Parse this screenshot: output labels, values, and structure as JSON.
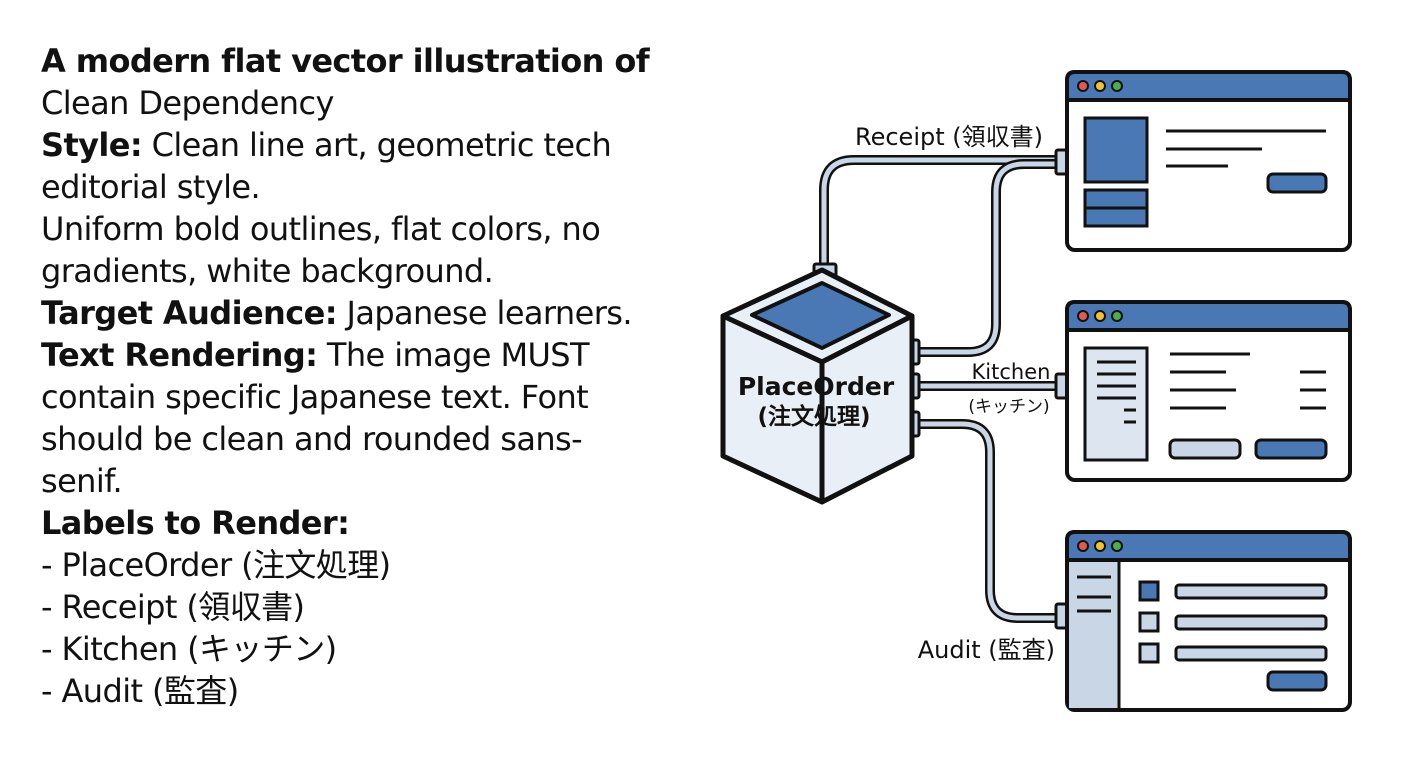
{
  "prompt": {
    "line1": "A modern flat vector illustration of",
    "line2": "Clean Dependency",
    "style_label": "Style:",
    "style_text": " Clean line art,  geometric tech",
    "style_text2": "editorial style.",
    "uniform1": "Uniform bold  outlines, flat colors, no",
    "uniform2": "gradients, white background.",
    "audience_label": "Target Audience:",
    "audience_text": " Japanese learners.",
    "render_label": "Text Rendering:",
    "render_text1": " The image MUST",
    "render_text2": "contain specific Japanese text. Font",
    "render_text3": "should be clean and rounded sans-",
    "render_text4": "senif.",
    "labels_heading": "Labels to Render:",
    "labels": [
      "- PlaceOrder (注文処理)",
      "- Receipt (領収書)",
      "- Kitchen (キッチン)",
      "- Audit (監査)"
    ]
  },
  "diagram": {
    "cube_label_en": "PlaceOrder",
    "cube_label_jp": "(注文処理)",
    "receipt_label": "Receipt (領収書)",
    "kitchen_label_en": "Kitchen",
    "kitchen_label_jp": "(キッチン)",
    "audit_label": "Audit (監査)"
  },
  "colors": {
    "accent_blue": "#4a78b5",
    "pale_blue": "#c9d6e6",
    "outline": "#111111",
    "dot_red": "#e25a4a",
    "dot_yellow": "#f2c230",
    "dot_green": "#4fae4a"
  }
}
